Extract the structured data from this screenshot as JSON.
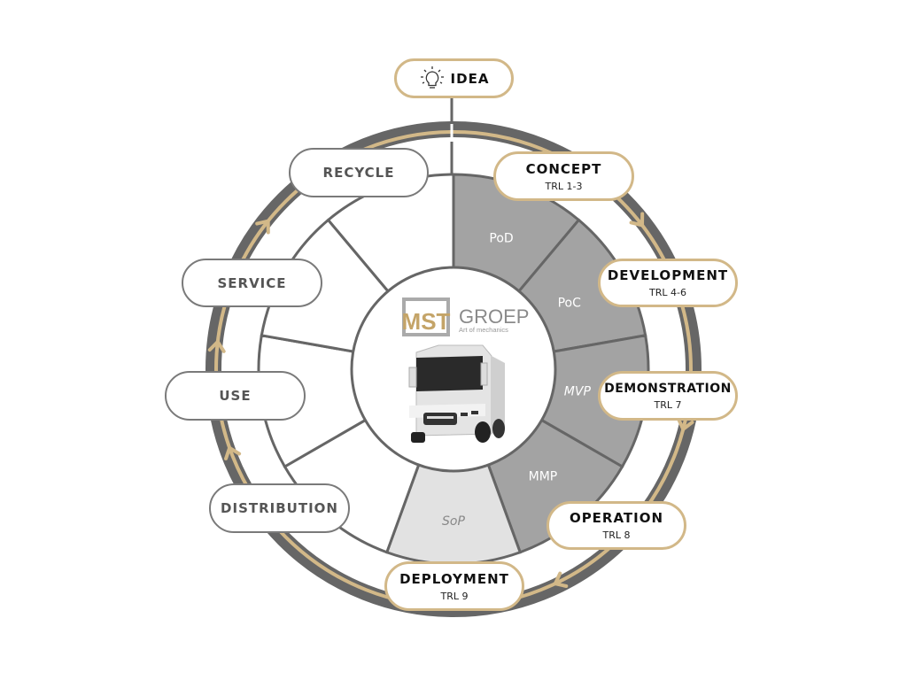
{
  "idea": {
    "label": "IDEA",
    "icon": "lightbulb-icon"
  },
  "stages_gold": [
    {
      "title": "CONCEPT",
      "sub": "TRL 1-3"
    },
    {
      "title": "DEVELOPMENT",
      "sub": "TRL 4-6"
    },
    {
      "title": "DEMONSTRATION",
      "sub": "TRL 7"
    },
    {
      "title": "OPERATION",
      "sub": "TRL 8"
    },
    {
      "title": "DEPLOYMENT",
      "sub": "TRL 9"
    }
  ],
  "stages_gray": [
    {
      "title": "DISTRIBUTION"
    },
    {
      "title": "USE"
    },
    {
      "title": "SERVICE"
    },
    {
      "title": "RECYCLE"
    }
  ],
  "segments": [
    {
      "label": "PoD",
      "italic": false,
      "fill": "#a3a3a3"
    },
    {
      "label": "PoC",
      "italic": false,
      "fill": "#a3a3a3"
    },
    {
      "label": "MVP",
      "italic": true,
      "fill": "#a3a3a3"
    },
    {
      "label": "MMP",
      "italic": false,
      "fill": "#a3a3a3"
    },
    {
      "label": "SoP",
      "italic": true,
      "fill": "#e2e2e2"
    },
    {
      "label": "",
      "italic": false,
      "fill": "#ffffff"
    },
    {
      "label": "",
      "italic": false,
      "fill": "#ffffff"
    },
    {
      "label": "",
      "italic": false,
      "fill": "#ffffff"
    },
    {
      "label": "",
      "italic": false,
      "fill": "#ffffff"
    }
  ],
  "logo": {
    "mark": "MST",
    "name": "GROEP",
    "tagline": "Art of mechanics"
  },
  "colors": {
    "gold": "#d2b888",
    "ring": "#666666",
    "segment_gray": "#a3a3a3",
    "line": "#666666"
  }
}
